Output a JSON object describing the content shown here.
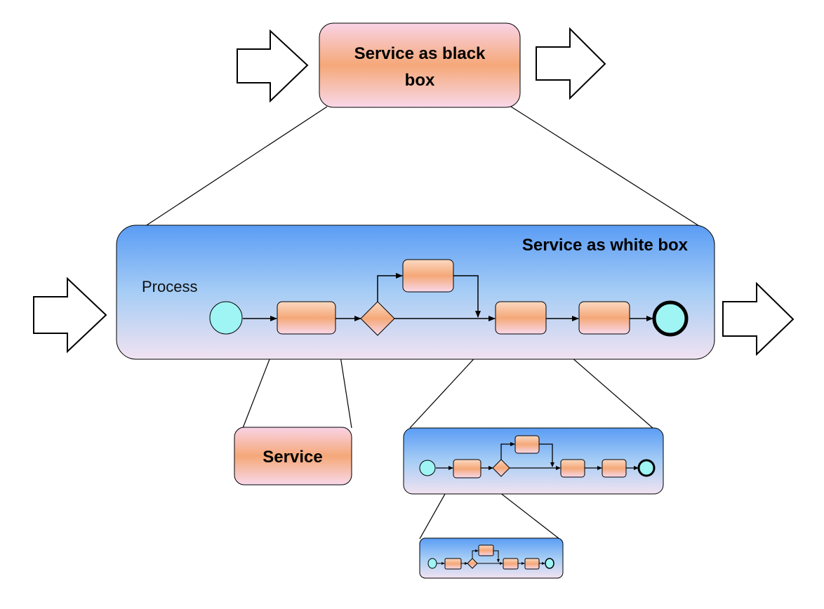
{
  "black_box": {
    "title_line1": "Service as black",
    "title_line2": "box"
  },
  "white_box": {
    "title": "Service as white box",
    "process_label": "Process"
  },
  "service_box": {
    "label": "Service"
  },
  "colors": {
    "task_top": "#f8c9a6",
    "task_mid": "#f5a878",
    "task_bottom": "#f8d2e4",
    "pool_top": "#5fa0f5",
    "pool_bottom": "#f1e0f0",
    "start_event": "#9ff4f4",
    "stroke": "#000000"
  }
}
